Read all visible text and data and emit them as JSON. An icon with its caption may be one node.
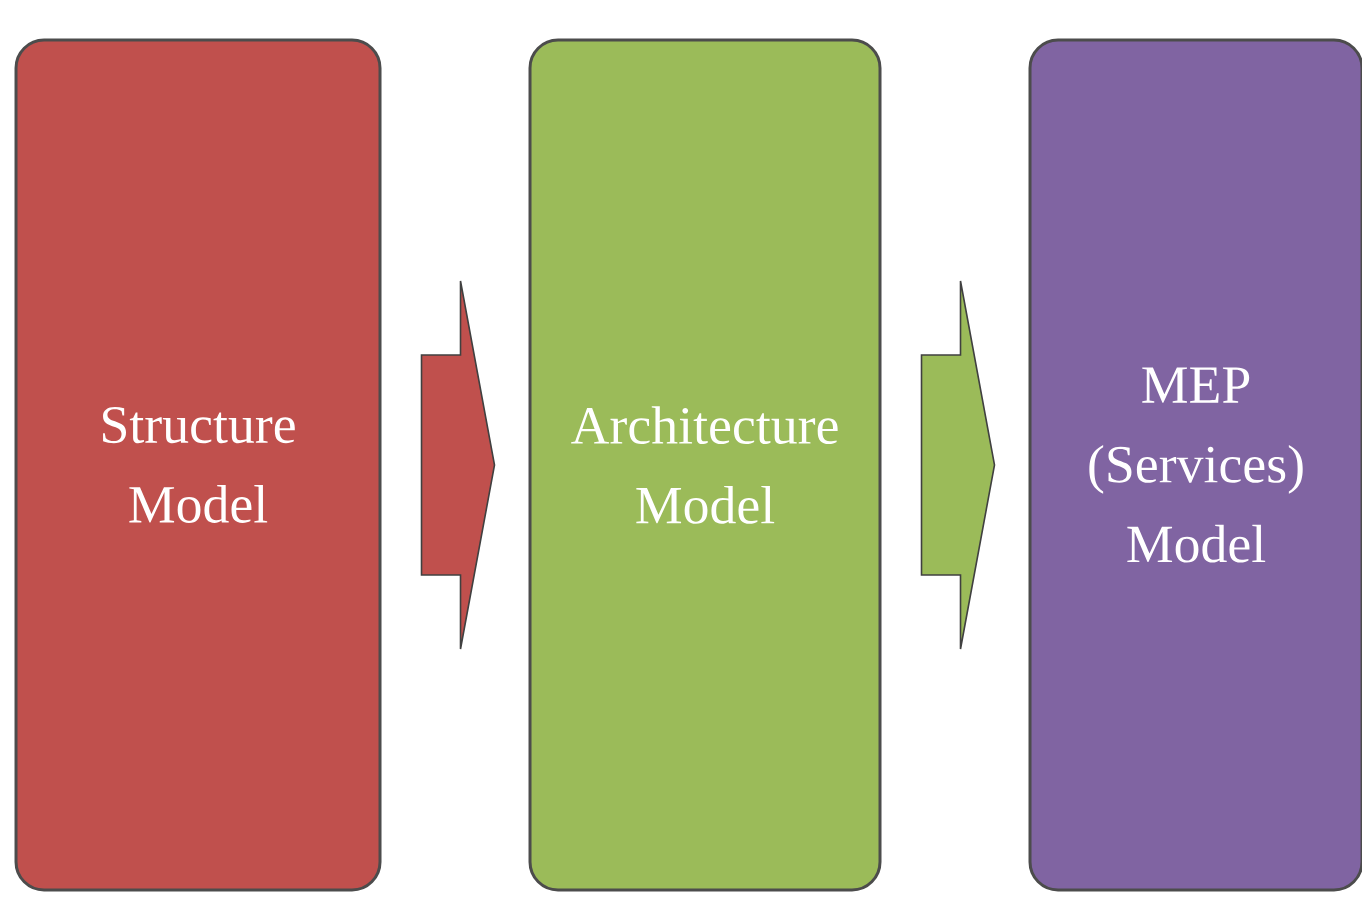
{
  "diagram": {
    "nodes": [
      {
        "text": [
          "Structure Model"
        ]
      },
      {
        "text": [
          "Architecture Model"
        ]
      },
      {
        "text": [
          "MEP (Services) Model"
        ]
      }
    ],
    "edges": [
      {
        "from": 0,
        "to": 1,
        "arrow": "to",
        "color": "#c0504d"
      },
      {
        "from": 1,
        "to": 2,
        "arrow": "to",
        "color": "#9bbb59"
      }
    ]
  }
}
